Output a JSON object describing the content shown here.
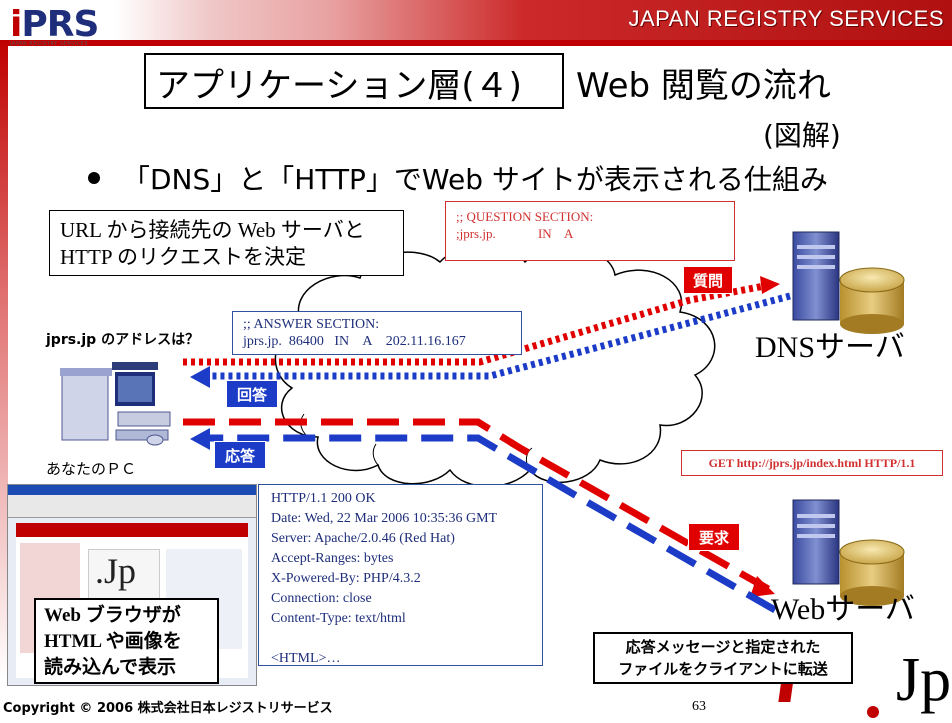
{
  "header": {
    "brand_logo": "JPRS",
    "brand_logo_sub": "JAPAN REGISTRY SERVICES",
    "org_name": "JAPAN REGISTRY SERVICES"
  },
  "slide": {
    "title_left": "アプリケーション層(４)",
    "title_right": "Web 閲覧の流れ",
    "title_sub": "(図解)",
    "bullet": "「DNS」と「HTTP」でWeb サイトが表示される仕組み"
  },
  "boxes": {
    "url_note_line1": "URL から接続先の Web サーバと",
    "url_note_line2": "HTTP のリクエストを決定",
    "question_line1": ";; QUESTION SECTION:",
    "question_line2": ";jprs.jp.             IN    A",
    "answer_line1": ";; ANSWER SECTION:",
    "answer_line2": "jprs.jp.  86400   IN    A    202.11.16.167",
    "get_request": "GET http://jprs.jp/index.html HTTP/1.1",
    "http_response": [
      "HTTP/1.1 200 OK",
      "Date: Wed, 22 Mar 2006 10:35:36 GMT",
      "Server: Apache/2.0.46 (Red Hat)",
      "Accept-Ranges: bytes",
      "X-Powered-By: PHP/4.3.2",
      "Connection: close",
      "Content-Type: text/html",
      "",
      "<HTML>…"
    ]
  },
  "labels": {
    "question": "質問",
    "answer": "回答",
    "response": "応答",
    "request": "要求",
    "address_query": "jprs.jp のアドレスは？",
    "your_pc": "あなたのＰＣ",
    "dns_server": "DNSサーバ",
    "web_server": "Webサーバ"
  },
  "captions": {
    "browser_line1": "Web ブラウザが",
    "browser_line2": "HTML や画像を",
    "browser_line3": "読み込んで表示",
    "response_line1": "応答メッセージと指定された",
    "response_line2": "ファイルをクライアントに転送"
  },
  "footer": {
    "copyright": "Copyright © 2006 株式会社日本レジストリサービス",
    "page_number": "63"
  },
  "colors": {
    "brand_red": "#c00000",
    "request_red": "#e00000",
    "response_blue": "#1c3cc8",
    "text_navy": "#1e2e7a"
  },
  "icons": [
    "pc-icon",
    "dns-server-icon",
    "web-server-icon",
    "cloud-icon",
    "jp-logo-icon",
    "browser-screenshot"
  ]
}
